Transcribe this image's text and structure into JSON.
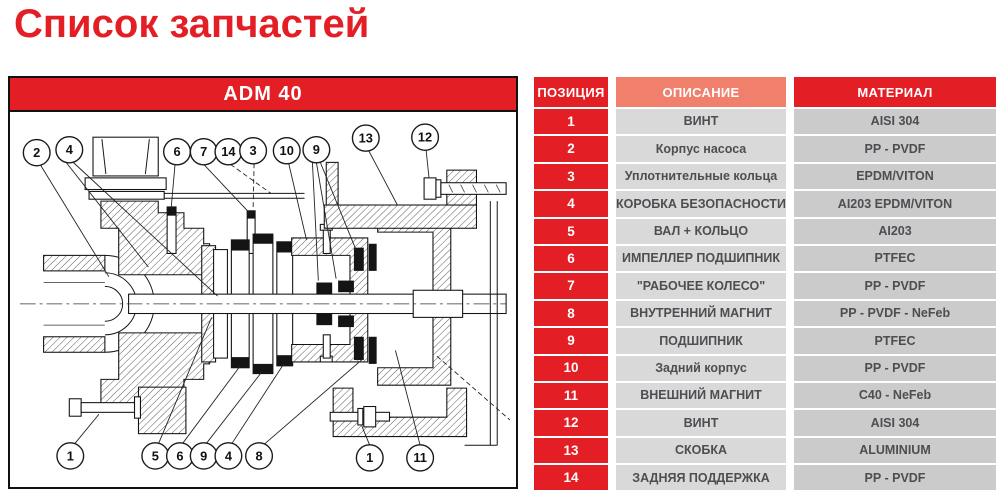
{
  "page": {
    "title": "Список запчастей"
  },
  "diagram": {
    "title": "ADM 40",
    "callouts": [
      "2",
      "4",
      "6",
      "7",
      "14",
      "3",
      "10",
      "9",
      "13",
      "12",
      "1",
      "5",
      "6",
      "9",
      "4",
      "8",
      "1",
      "11"
    ]
  },
  "table": {
    "headers": {
      "position": "ПОЗИЦИЯ",
      "description": "ОПИСАНИЕ",
      "material": "МАТЕРИАЛ"
    },
    "rows": [
      {
        "pos": "1",
        "desc": "ВИНТ",
        "material": "AISI 304"
      },
      {
        "pos": "2",
        "desc": "Корпус насоса",
        "material": "PP - PVDF"
      },
      {
        "pos": "3",
        "desc": "Уплотнительные кольца",
        "material": "EPDM/VITON"
      },
      {
        "pos": "4",
        "desc": "КОРОБКА БЕЗОПАСНОСТИ",
        "material": "AI203 EPDM/VITON"
      },
      {
        "pos": "5",
        "desc": "ВАЛ + КОЛЬЦО",
        "material": "AI203"
      },
      {
        "pos": "6",
        "desc": "ИМПЕЛЛЕР ПОДШИПНИК",
        "material": "PTFEC"
      },
      {
        "pos": "7",
        "desc": "\"РАБОЧЕЕ КОЛЕСО\"",
        "material": "PP - PVDF"
      },
      {
        "pos": "8",
        "desc": "ВНУТРЕННИЙ МАГНИТ",
        "material": "PP - PVDF - NeFeb"
      },
      {
        "pos": "9",
        "desc": "ПОДШИПНИК",
        "material": "PTFEC"
      },
      {
        "pos": "10",
        "desc": "Задний корпус",
        "material": "PP - PVDF"
      },
      {
        "pos": "11",
        "desc": "ВНЕШНИЙ МАГНИТ",
        "material": "C40 - NeFeb"
      },
      {
        "pos": "12",
        "desc": "ВИНТ",
        "material": "AISI 304"
      },
      {
        "pos": "13",
        "desc": "СКОБКА",
        "material": "ALUMINIUM"
      },
      {
        "pos": "14",
        "desc": "ЗАДНЯЯ ПОДДЕРЖКА",
        "material": "PP - PVDF"
      }
    ]
  },
  "colors": {
    "accent_red": "#E31E24",
    "header_salmon": "#F0806B",
    "row_desc_gray": "#D9D9D9",
    "row_material_gray": "#CBCBCB",
    "text_gray": "#4D4E52"
  }
}
